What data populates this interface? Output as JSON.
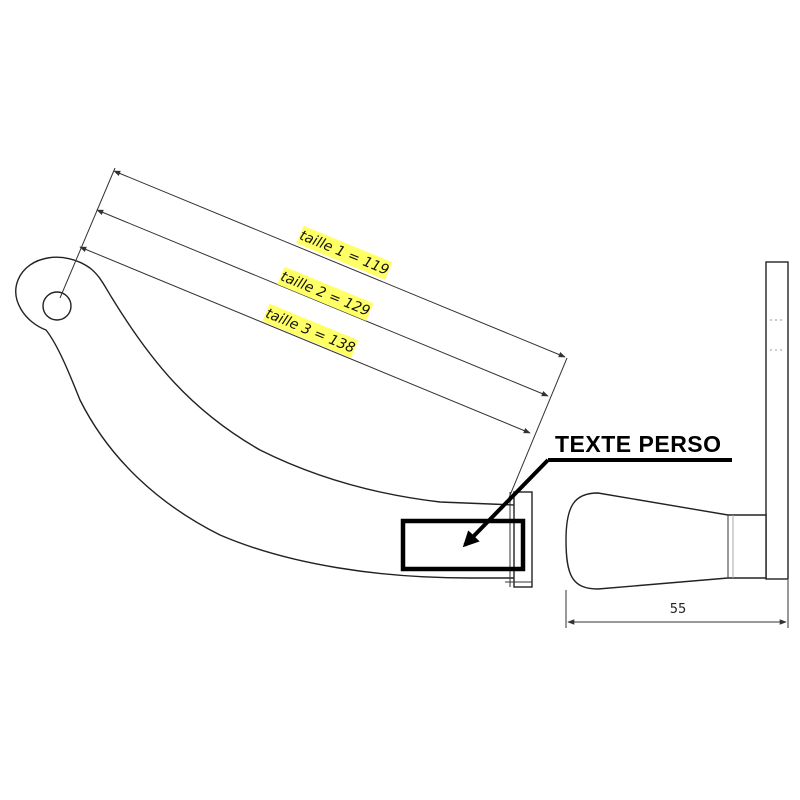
{
  "dimensions": {
    "size1": "taille 1 = 119",
    "size2": "taille 2 = 129",
    "size3": "taille 3 = 138"
  },
  "callout": {
    "label": "TEXTE PERSO"
  },
  "side_view": {
    "width_label": "55"
  },
  "colors": {
    "highlight": "#ffff66",
    "line": "#222222",
    "callout_frame": "#000000"
  }
}
